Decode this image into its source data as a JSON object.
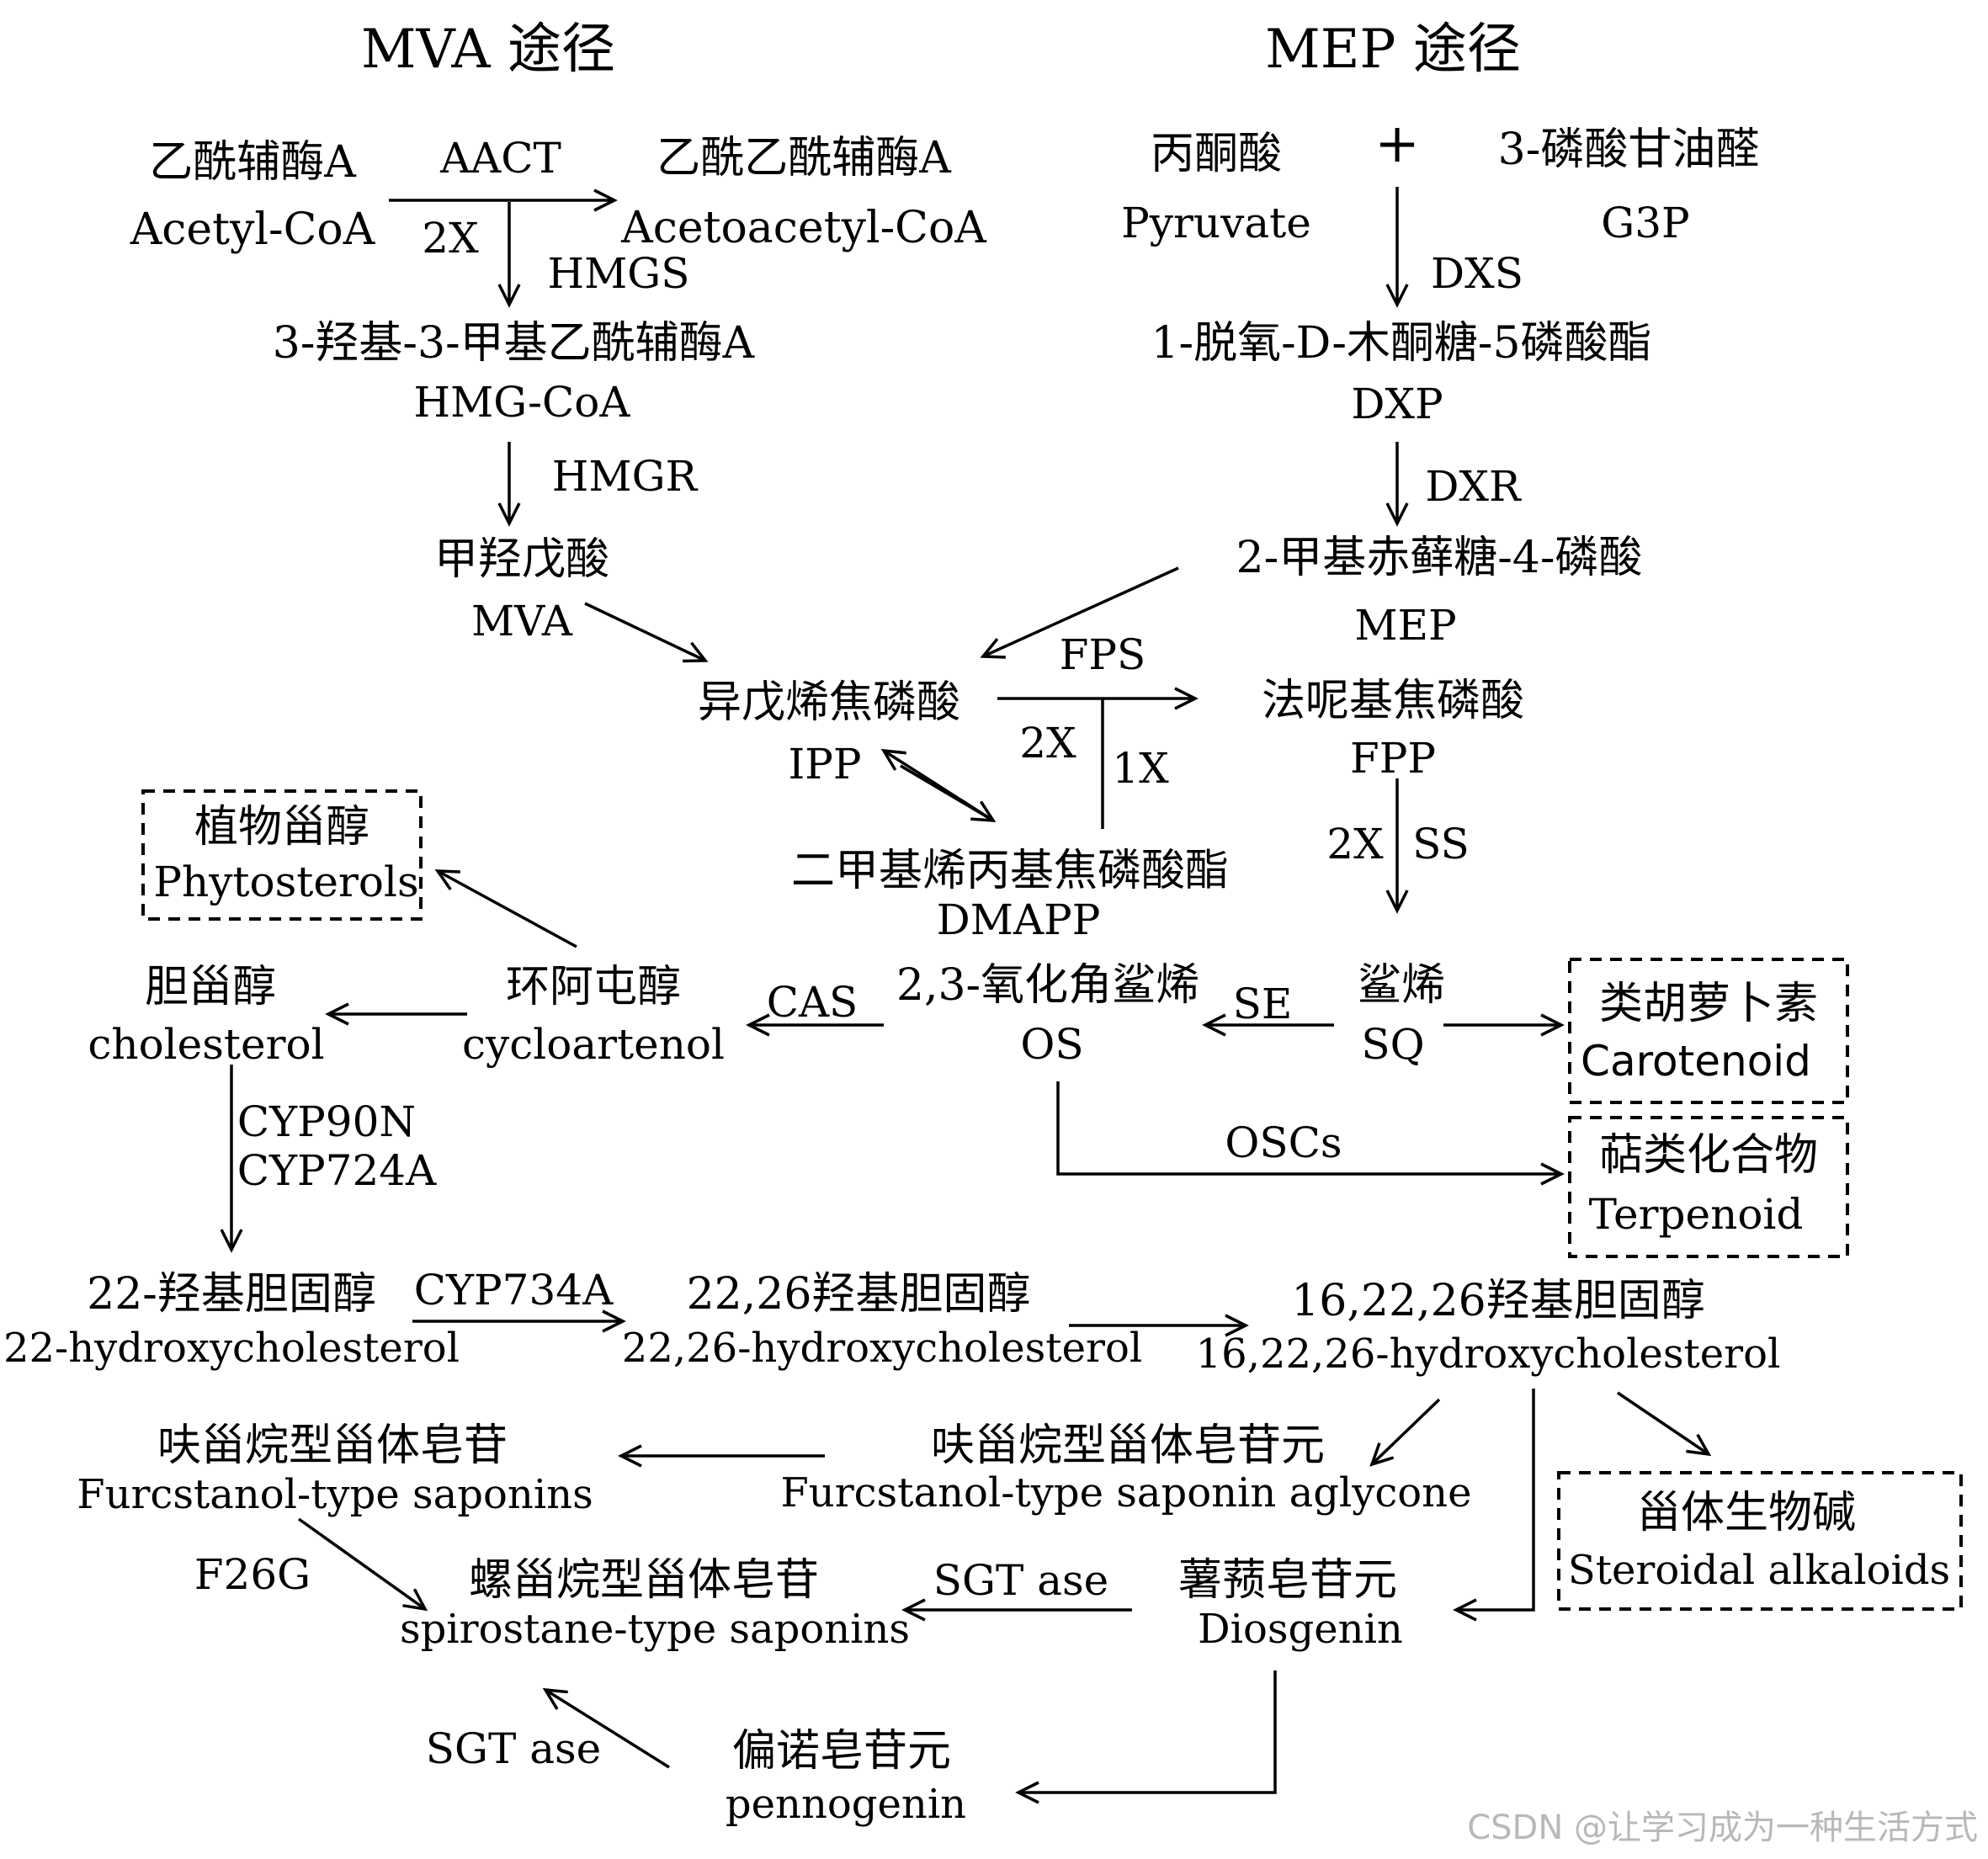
{
  "title_mva": "MVA 途径",
  "title_mep": "MEP 途径",
  "nodes": {
    "acetyl_coa": {
      "cn": "乙酰辅酶A",
      "en": "Acetyl-CoA"
    },
    "acetoacetyl_coa": {
      "cn": "乙酰乙酰辅酶A",
      "en": "Acetoacetyl-CoA"
    },
    "hmg_coa": {
      "cn": "3-羟基-3-甲基乙酰辅酶A",
      "en": "HMG-CoA"
    },
    "mva": {
      "cn": "甲羟戊酸",
      "en": "MVA"
    },
    "pyruvate": {
      "cn": "丙酮酸",
      "en": "Pyruvate"
    },
    "plus": "+",
    "g3p": {
      "cn": "3-磷酸甘油醛",
      "en": "G3P"
    },
    "dxp": {
      "cn": "1-脱氧-D-木酮糖-5磷酸酯",
      "en": "DXP"
    },
    "mep": {
      "cn": "2-甲基赤藓糖-4-磷酸",
      "en": "MEP"
    },
    "ipp": {
      "cn": "异戊烯焦磷酸",
      "en": "IPP"
    },
    "fpp": {
      "cn": "法呢基焦磷酸",
      "en": "FPP"
    },
    "dmapp": {
      "cn": "二甲基烯丙基焦磷酸酯",
      "en": "DMAPP"
    },
    "phytosterols": {
      "cn": "植物甾醇",
      "en": "Phytosterols"
    },
    "cholesterol": {
      "cn": "胆甾醇",
      "en": "cholesterol"
    },
    "cycloartenol": {
      "cn": "环阿屯醇",
      "en": "cycloartenol"
    },
    "os": {
      "cn": "2,3-氧化角鲨烯",
      "en": "OS"
    },
    "sq": {
      "cn": "鲨烯",
      "en": "SQ"
    },
    "carotenoid": {
      "cn": "类胡萝卜素",
      "en": "Carotenoid"
    },
    "terpenoid": {
      "cn": "萜类化合物",
      "en": "Terpenoid"
    },
    "hydroxy22": {
      "cn": "22-羟基胆固醇",
      "en": "22-hydroxycholesterol"
    },
    "hydroxy2226": {
      "cn": "22,26羟基胆固醇",
      "en": "22,26-hydroxycholesterol"
    },
    "hydroxy162226": {
      "cn": "16,22,26羟基胆固醇",
      "en": "16,22,26-hydroxycholesterol"
    },
    "furc_saponins": {
      "cn": "呋甾烷型甾体皂苷",
      "en": "Furcstanol-type saponins"
    },
    "furc_aglycone": {
      "cn": "呋甾烷型甾体皂苷元",
      "en": "Furcstanol-type saponin aglycone"
    },
    "steroidal_alkaloids": {
      "cn": "甾体生物碱",
      "en": "Steroidal alkaloids"
    },
    "spirostane": {
      "cn": "螺甾烷型甾体皂苷",
      "en": "spirostane-type saponins"
    },
    "diosgenin": {
      "cn": "薯蓣皂苷元",
      "en": "Diosgenin"
    },
    "pennogenin": {
      "cn": "偏诺皂苷元",
      "en": "pennogenin"
    }
  },
  "enzymes": {
    "aact": "AACT",
    "x2_aact": "2X",
    "hmgs": "HMGS",
    "hmgr": "HMGR",
    "dxs": "DXS",
    "dxr": "DXR",
    "fps": "FPS",
    "x2_fps": "2X",
    "x1_fps": "1X",
    "x2_ss": "2X",
    "ss": "SS",
    "cas": "CAS",
    "se": "SE",
    "oscs": "OSCs",
    "cyp90n": "CYP90N",
    "cyp724a": "CYP724A",
    "cyp734a": "CYP734A",
    "f26g": "F26G",
    "sgtase1": "SGT ase",
    "sgtase2": "SGT ase"
  },
  "watermark": "CSDN @让学习成为一种生活方式"
}
